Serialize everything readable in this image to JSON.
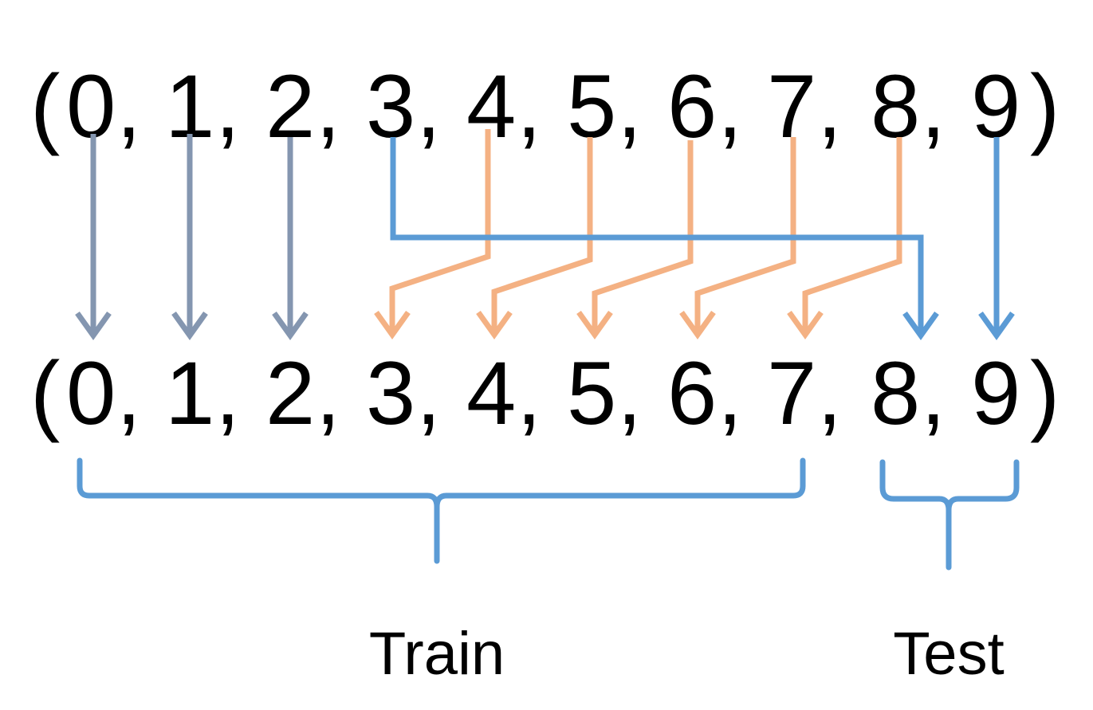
{
  "top_sequence": {
    "open": "(",
    "close": ")",
    "separator": ",",
    "items": [
      "0",
      "1",
      "2",
      "3",
      "4",
      "5",
      "6",
      "7",
      "8",
      "9"
    ]
  },
  "bottom_sequence": {
    "open": "(",
    "close": ")",
    "separator": ",",
    "items": [
      "0",
      "1",
      "2",
      "3",
      "4",
      "5",
      "6",
      "7",
      "8",
      "9"
    ]
  },
  "groups": {
    "train_label": "Train",
    "test_label": "Test"
  },
  "mapping": [
    {
      "from": "0",
      "to": "0",
      "kind": "unchanged"
    },
    {
      "from": "1",
      "to": "1",
      "kind": "unchanged"
    },
    {
      "from": "2",
      "to": "2",
      "kind": "unchanged"
    },
    {
      "from": "3",
      "to": "8",
      "kind": "moved"
    },
    {
      "from": "4",
      "to": "3",
      "kind": "shifted"
    },
    {
      "from": "5",
      "to": "4",
      "kind": "shifted"
    },
    {
      "from": "6",
      "to": "5",
      "kind": "shifted"
    },
    {
      "from": "7",
      "to": "6",
      "kind": "shifted"
    },
    {
      "from": "8",
      "to": "7",
      "kind": "shifted"
    },
    {
      "from": "9",
      "to": "9",
      "kind": "moved"
    }
  ],
  "colors": {
    "unchanged": "#8496b0",
    "moved": "#5b9bd5",
    "shifted": "#f4b183",
    "brace": "#5b9bd5",
    "text": "#000000"
  }
}
